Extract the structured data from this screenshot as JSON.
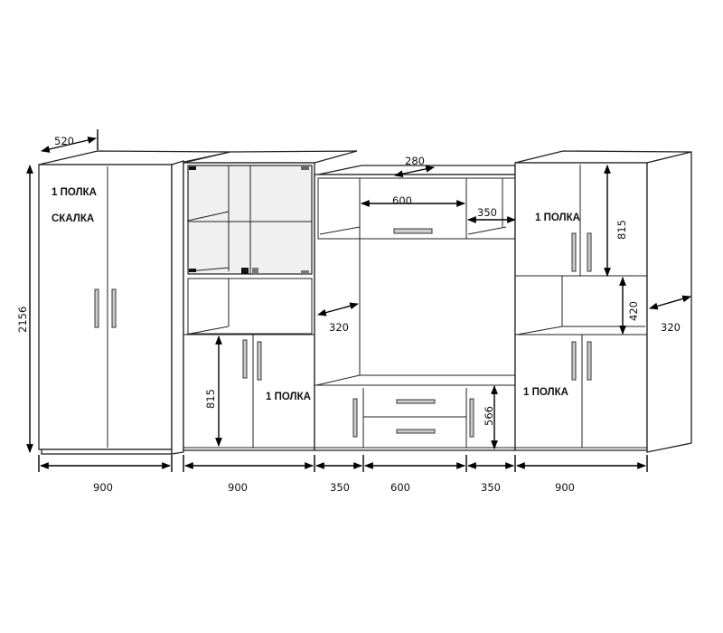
{
  "labels": {
    "left_wardrobe_shelf": "1 ПОЛКА",
    "left_wardrobe_rod": "СКАЛКА",
    "showcase_lower_shelf": "1 ПОЛКА",
    "right_upper_shelf": "1 ПОЛКА",
    "right_lower_shelf": "1 ПОЛКА"
  },
  "dimensions": {
    "depth_wardrobe": "520",
    "height_total": "2156",
    "showcase_lower_height": "815",
    "middle_depth": "320",
    "top_depth": "280",
    "top_box_width": "600",
    "top_niche_width": "350",
    "right_upper_height": "815",
    "right_niche_height": "420",
    "right_depth": "320",
    "tv_base_height": "566",
    "bottom": [
      "900",
      "900",
      "350",
      "600",
      "350",
      "900"
    ]
  }
}
